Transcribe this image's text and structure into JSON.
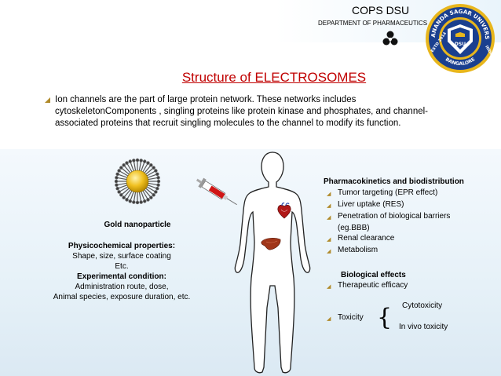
{
  "header": {
    "org": "COPS  DSU",
    "department": "DEPARTMENT OF PHARMACEUTICS",
    "logo_text": [
      "DAYANANDA SAGAR UNIVERSITY",
      "ESTD 2014",
      "BANGALORE",
      "INDIA",
      "DSU"
    ]
  },
  "title": "Structure of ELECTROSOMES",
  "intro": {
    "line1": "Ion channels are the part of large protein network. These networks includes",
    "line2": "cytoskeletonComponents , singling proteins like protein kinase and phosphates, and channel-",
    "line3": "associated proteins that recruit singling molecules to the channel to modify its function."
  },
  "left": {
    "gold_label": "Gold nanoparticle",
    "physico_title": "Physicochemical properties:",
    "physico_text": "Shape, size, surface coating",
    "etc": "Etc.",
    "exp_title": "Experimental condition:",
    "exp_line1": "Administration route, dose,",
    "exp_line2": "Animal species, exposure duration, etc."
  },
  "right": {
    "pk_title": "Pharmacokinetics and biodistribution",
    "pk_items": [
      "Tumor targeting (EPR effect)",
      "Liver uptake (RES)",
      "Penetration of biological barriers",
      "(eg.BBB)",
      "Renal clearance",
      "Metabolism"
    ],
    "bio_title": "Biological effects",
    "bio_item": "Therapeutic efficacy",
    "cytotox": "Cytotoxicity",
    "toxicity": "Toxicity",
    "brace": "{",
    "invivo": "In vivo toxicity"
  },
  "icons": [
    "bullet-arrow-icon",
    "nanoparticle-icon",
    "syringe-icon",
    "human-body-icon",
    "heart-icon",
    "liver-icon",
    "university-logo-icon",
    "trefoil-icon"
  ],
  "colors": {
    "title": "#c00000",
    "bullet": "#b08a2a",
    "gold": "#f0c020",
    "logo_blue": "#1a3f8f"
  }
}
